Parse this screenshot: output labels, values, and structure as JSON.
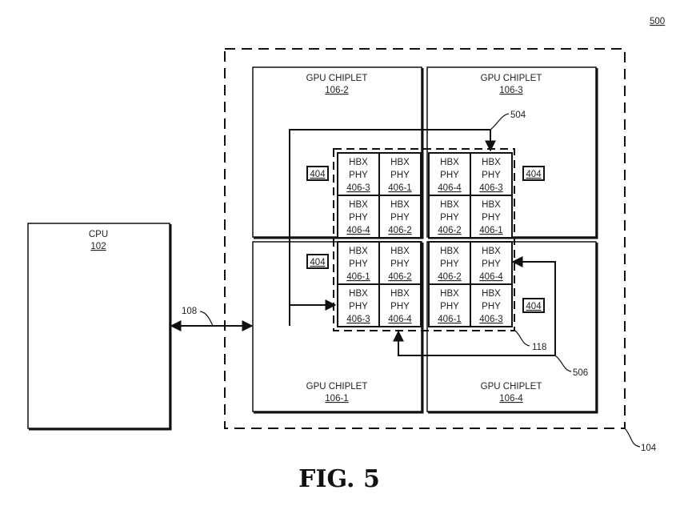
{
  "figure": {
    "ref_number": "500",
    "caption": "FIG. 5"
  },
  "cpu": {
    "name": "CPU",
    "ref": "102"
  },
  "gpu_package": {
    "ref": "104"
  },
  "bus": {
    "ref": "108"
  },
  "bridge": {
    "ref": "118"
  },
  "signal_paths": [
    {
      "ref": "504"
    },
    {
      "ref": "506"
    }
  ],
  "chiplets": [
    {
      "id": "top-left",
      "name": "GPU CHIPLET",
      "ref": "106-2",
      "controller": "404",
      "phys": [
        [
          "406-3",
          "406-1"
        ],
        [
          "406-4",
          "406-2"
        ]
      ]
    },
    {
      "id": "top-right",
      "name": "GPU CHIPLET",
      "ref": "106-3",
      "controller": "404",
      "phys": [
        [
          "406-4",
          "406-3"
        ],
        [
          "406-2",
          "406-1"
        ]
      ]
    },
    {
      "id": "bottom-left",
      "name": "GPU CHIPLET",
      "ref": "106-1",
      "controller": "404",
      "phys": [
        [
          "406-1",
          "406-2"
        ],
        [
          "406-3",
          "406-4"
        ]
      ]
    },
    {
      "id": "bottom-right",
      "name": "GPU CHIPLET",
      "ref": "106-4",
      "controller": "404",
      "phys": [
        [
          "406-2",
          "406-4"
        ],
        [
          "406-1",
          "406-3"
        ]
      ]
    }
  ],
  "phy_label": {
    "line1": "HBX",
    "line2": "PHY"
  }
}
